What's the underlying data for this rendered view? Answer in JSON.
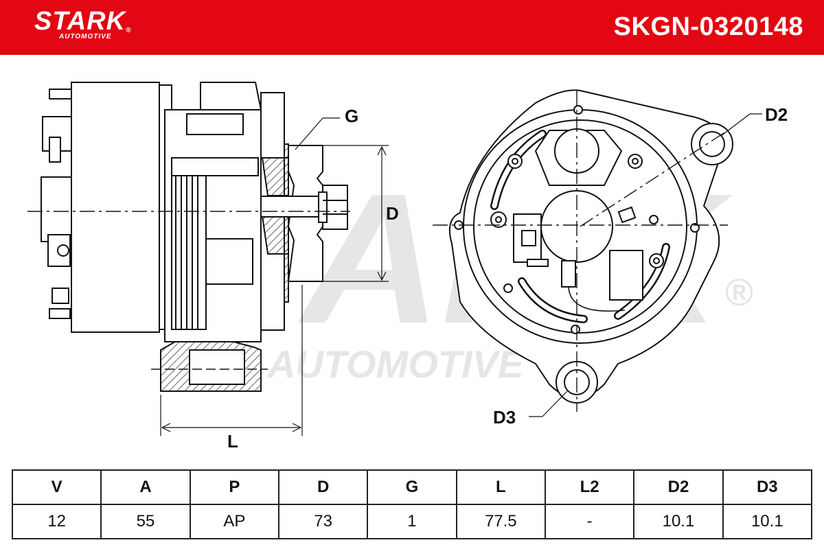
{
  "header": {
    "brand": "STARK",
    "brand_sub": "AUTOMOTIVE",
    "registered": "®",
    "part_number": "SKGN-0320148",
    "bg_color": "#e30613"
  },
  "watermark": {
    "main": "STARK",
    "sub": "AUTOMOTIVE",
    "registered": "®"
  },
  "labels": {
    "g": "G",
    "d": "D",
    "l": "L",
    "d2": "D2",
    "d3": "D3"
  },
  "specs": {
    "headers": [
      "V",
      "A",
      "P",
      "D",
      "G",
      "L",
      "L2",
      "D2",
      "D3"
    ],
    "values": [
      "12",
      "55",
      "AP",
      "73",
      "1",
      "77.5",
      "-",
      "10.1",
      "10.1"
    ]
  }
}
